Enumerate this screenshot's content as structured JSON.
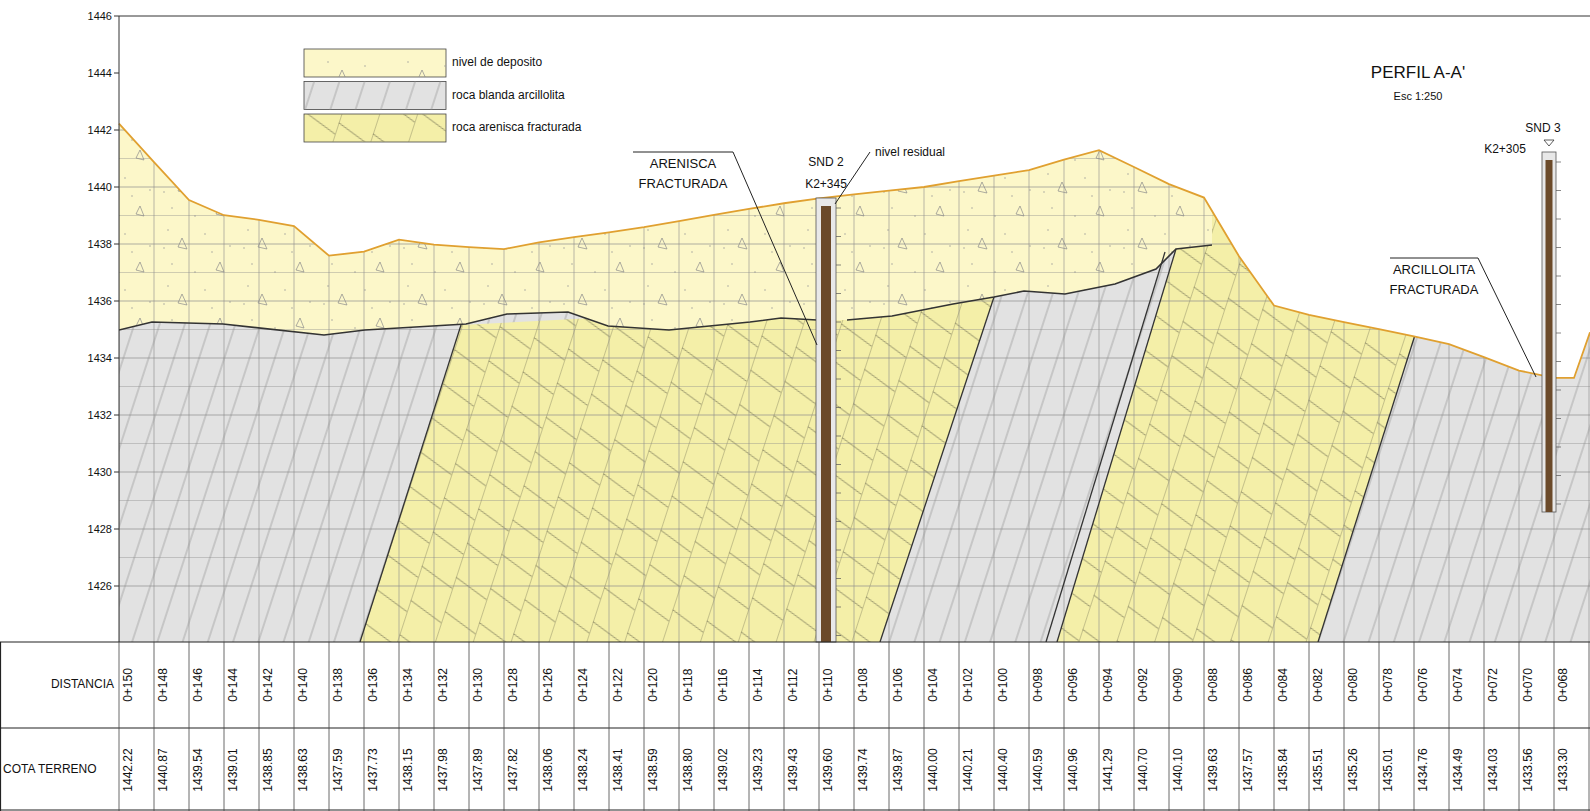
{
  "diagram": {
    "title": "PERFIL A-A'",
    "caption": "Esc 1:250",
    "labels": [
      "1446",
      "1444",
      "1442",
      "1440",
      "1438",
      "1436",
      "1434",
      "1432",
      "1430",
      "1428",
      "1426",
      "DISTANCIA",
      "0+150",
      "0+148",
      "0+146",
      "0+144",
      "0+142",
      "0+140",
      "0+138",
      "0+136",
      "0+134",
      "0+132",
      "0+130",
      "0+128",
      "0+126",
      "0+124",
      "0+122",
      "0+120",
      "0+118",
      "0+116",
      "0+114",
      "0+112",
      "0+110",
      "0+108",
      "0+106",
      "0+104",
      "0+102",
      "0+100",
      "0+098",
      "0+096",
      "0+094",
      "0+092",
      "0+090",
      "0+088",
      "0+086",
      "0+084",
      "0+082",
      "0+080",
      "0+078",
      "0+076",
      "0+074",
      "0+072",
      "0+070",
      "0+068",
      "COTA TERRENO",
      "1442.22",
      "1440.87",
      "1439.54",
      "1439.01",
      "1438.85",
      "1438.63",
      "1437.59",
      "1437.73",
      "1438.15",
      "1437.98",
      "1437.89",
      "1437.82",
      "1438.06",
      "1438.24",
      "1438.41",
      "1438.59",
      "1438.80",
      "1439.02",
      "1439.23",
      "1439.43",
      "1439.60",
      "1439.74",
      "1439.87",
      "1440.00",
      "1440.21",
      "1440.40",
      "1440.59",
      "1440.96",
      "1441.29",
      "1440.70",
      "1440.10",
      "1439.63",
      "1437.57",
      "1435.84",
      "1435.51",
      "1435.26",
      "1435.01",
      "1434.76",
      "1434.49",
      "1434.03",
      "1433.56",
      "1433.30",
      "ARENISCA FRACTURADA",
      "SND 2",
      "K2+345",
      "nivel residual",
      "SND 3",
      "K2+305",
      "ARCILLOLITA FRACTURADA"
    ],
    "legend": [
      {
        "text": "nivel de deposito",
        "color": "#fcf7c9"
      },
      {
        "text": "roca blanda arcillolita",
        "color": "#e2e2e2"
      },
      {
        "text": "roca arenisca fracturada",
        "color": "#f4efa8"
      }
    ]
  }
}
